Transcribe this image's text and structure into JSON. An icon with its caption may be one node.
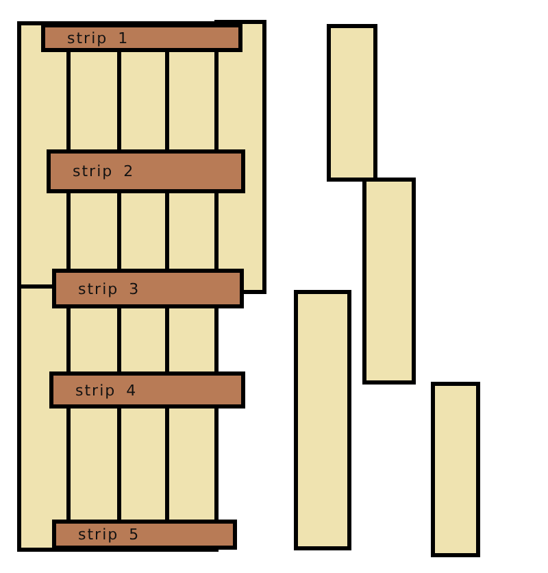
{
  "diagram": {
    "nodes": [
      {
        "text": [
          "strip 1"
        ]
      },
      {
        "text": [
          "strip 2"
        ]
      },
      {
        "text": [
          "strip 3"
        ]
      },
      {
        "text": [
          "strip 4"
        ]
      },
      {
        "text": [
          "strip 5"
        ]
      }
    ]
  }
}
